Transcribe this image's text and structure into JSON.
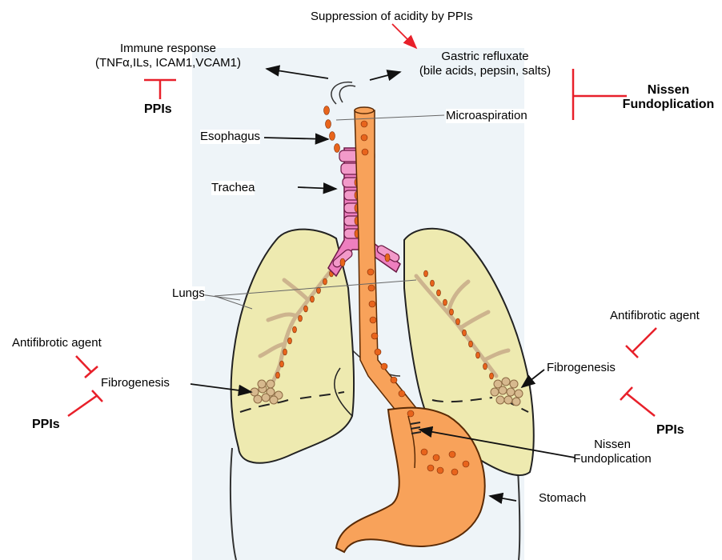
{
  "labels": {
    "suppression": "Suppression of acidity by PPIs",
    "immune_line1": "Immune response",
    "immune_line2": "(TNFα,ILs, ICAM1,VCAM1)",
    "ppis_top": "PPIs",
    "gastric_line1": "Gastric refluxate",
    "gastric_line2": "(bile acids, pepsin, salts)",
    "nissen_top_line1": "Nissen",
    "nissen_top_line2": "Fundoplication",
    "microaspiration": "Microaspiration",
    "esophagus": "Esophagus",
    "trachea": "Trachea",
    "lungs": "Lungs",
    "antifibrotic_left": "Antifibrotic agent",
    "fibrogenesis_left": "Fibrogenesis",
    "ppis_left": "PPIs",
    "antifibrotic_right": "Antifibrotic agent",
    "fibrogenesis_right": "Fibrogenesis",
    "ppis_right": "PPIs",
    "nissen_bottom_line1": "Nissen",
    "nissen_bottom_line2": "Fundoplication",
    "stomach": "Stomach"
  },
  "colors": {
    "inhibitor_red": "#e8202a",
    "lung_fill": "#eeeab0",
    "trachea_pink": "#ee7fbf",
    "stomach_orange": "#f8a25a",
    "droplet_orange": "#e8641c",
    "bronchi_tan": "#cdb48e",
    "body_bg": "#eef4f8"
  }
}
